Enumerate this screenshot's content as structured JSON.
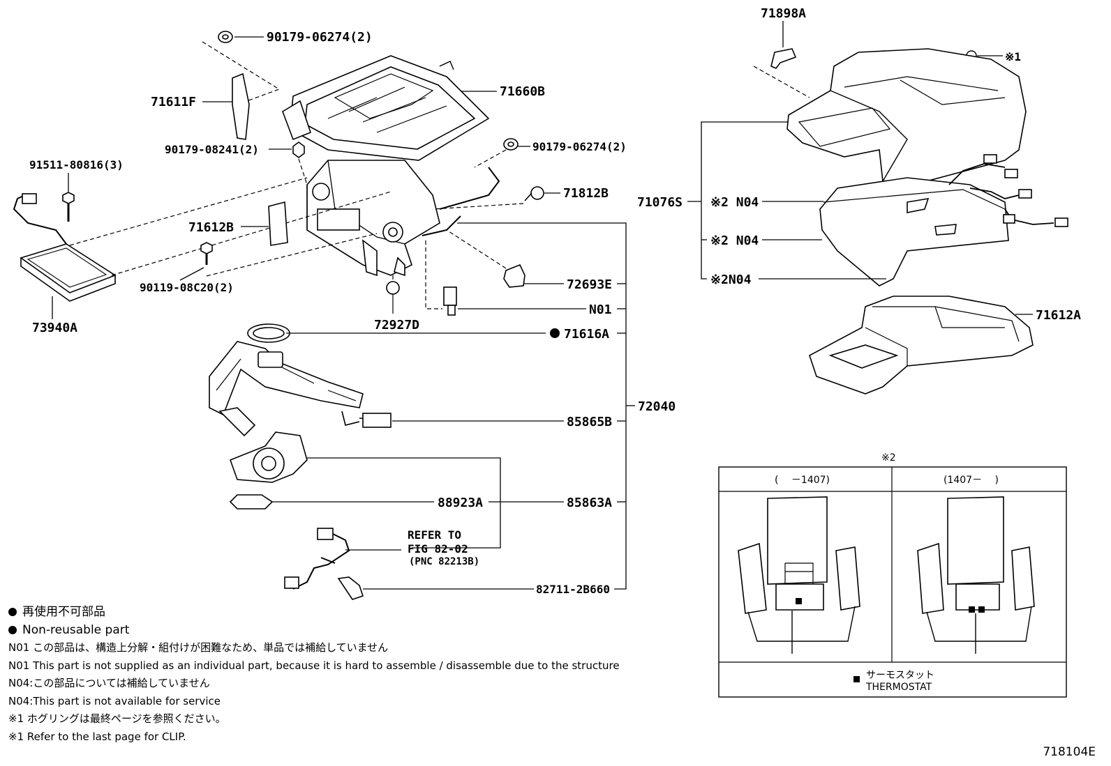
{
  "labels": {
    "p71898A": "71898A",
    "clip1": "※1",
    "p90179_06274_top": "90179-06274(2)",
    "p71611F": "71611F",
    "p71660B": "71660B",
    "p90179_08241": "90179-08241(2)",
    "p90179_06274_mid": "90179-06274(2)",
    "p91511_80816": "91511-80816(3)",
    "p71812B": "71812B",
    "p71076S": "71076S",
    "n04_a": "※2 N04",
    "n04_b": "※2 N04",
    "n04_c": "※2N04",
    "p71612B": "71612B",
    "p90119_08C20": "90119-08C20(2)",
    "p72693E": "72693E",
    "p73940A": "73940A",
    "n01": "N01",
    "p72927D": "72927D",
    "p71616A": "71616A",
    "p71612A": "71612A",
    "p72040": "72040",
    "p85865B": "85865B",
    "p88923A": "88923A",
    "p85863A": "85863A",
    "refer_to": "REFER TO",
    "fig": "FIG 82-02",
    "pnc": "(PNC 82213B)",
    "p82711": "82711-2B660"
  },
  "inset": {
    "title": "※2",
    "col_left": "(　 －1407)",
    "col_right": "(1407－　 )",
    "legend_jp": "サーモスタット",
    "legend_en": "THERMOSTAT"
  },
  "notes": {
    "nonreusable_jp": "再使用不可部品",
    "nonreusable_en": "Non-reusable part",
    "n01_jp": "N01 この部品は、構造上分解・組付けが困難なため、単品では補給していません",
    "n01_en": "N01 This part is not supplied as an individual part, because it is hard to assemble / disassemble due to the structure",
    "n04_jp": "N04:この部品については補給していません",
    "n04_en": "N04:This part is not available for service",
    "clip_jp": "※1  ホグリングは最終ページを参照ください。",
    "clip_en": "※1  Refer to the last page for CLIP."
  },
  "figure_code": "718104E"
}
